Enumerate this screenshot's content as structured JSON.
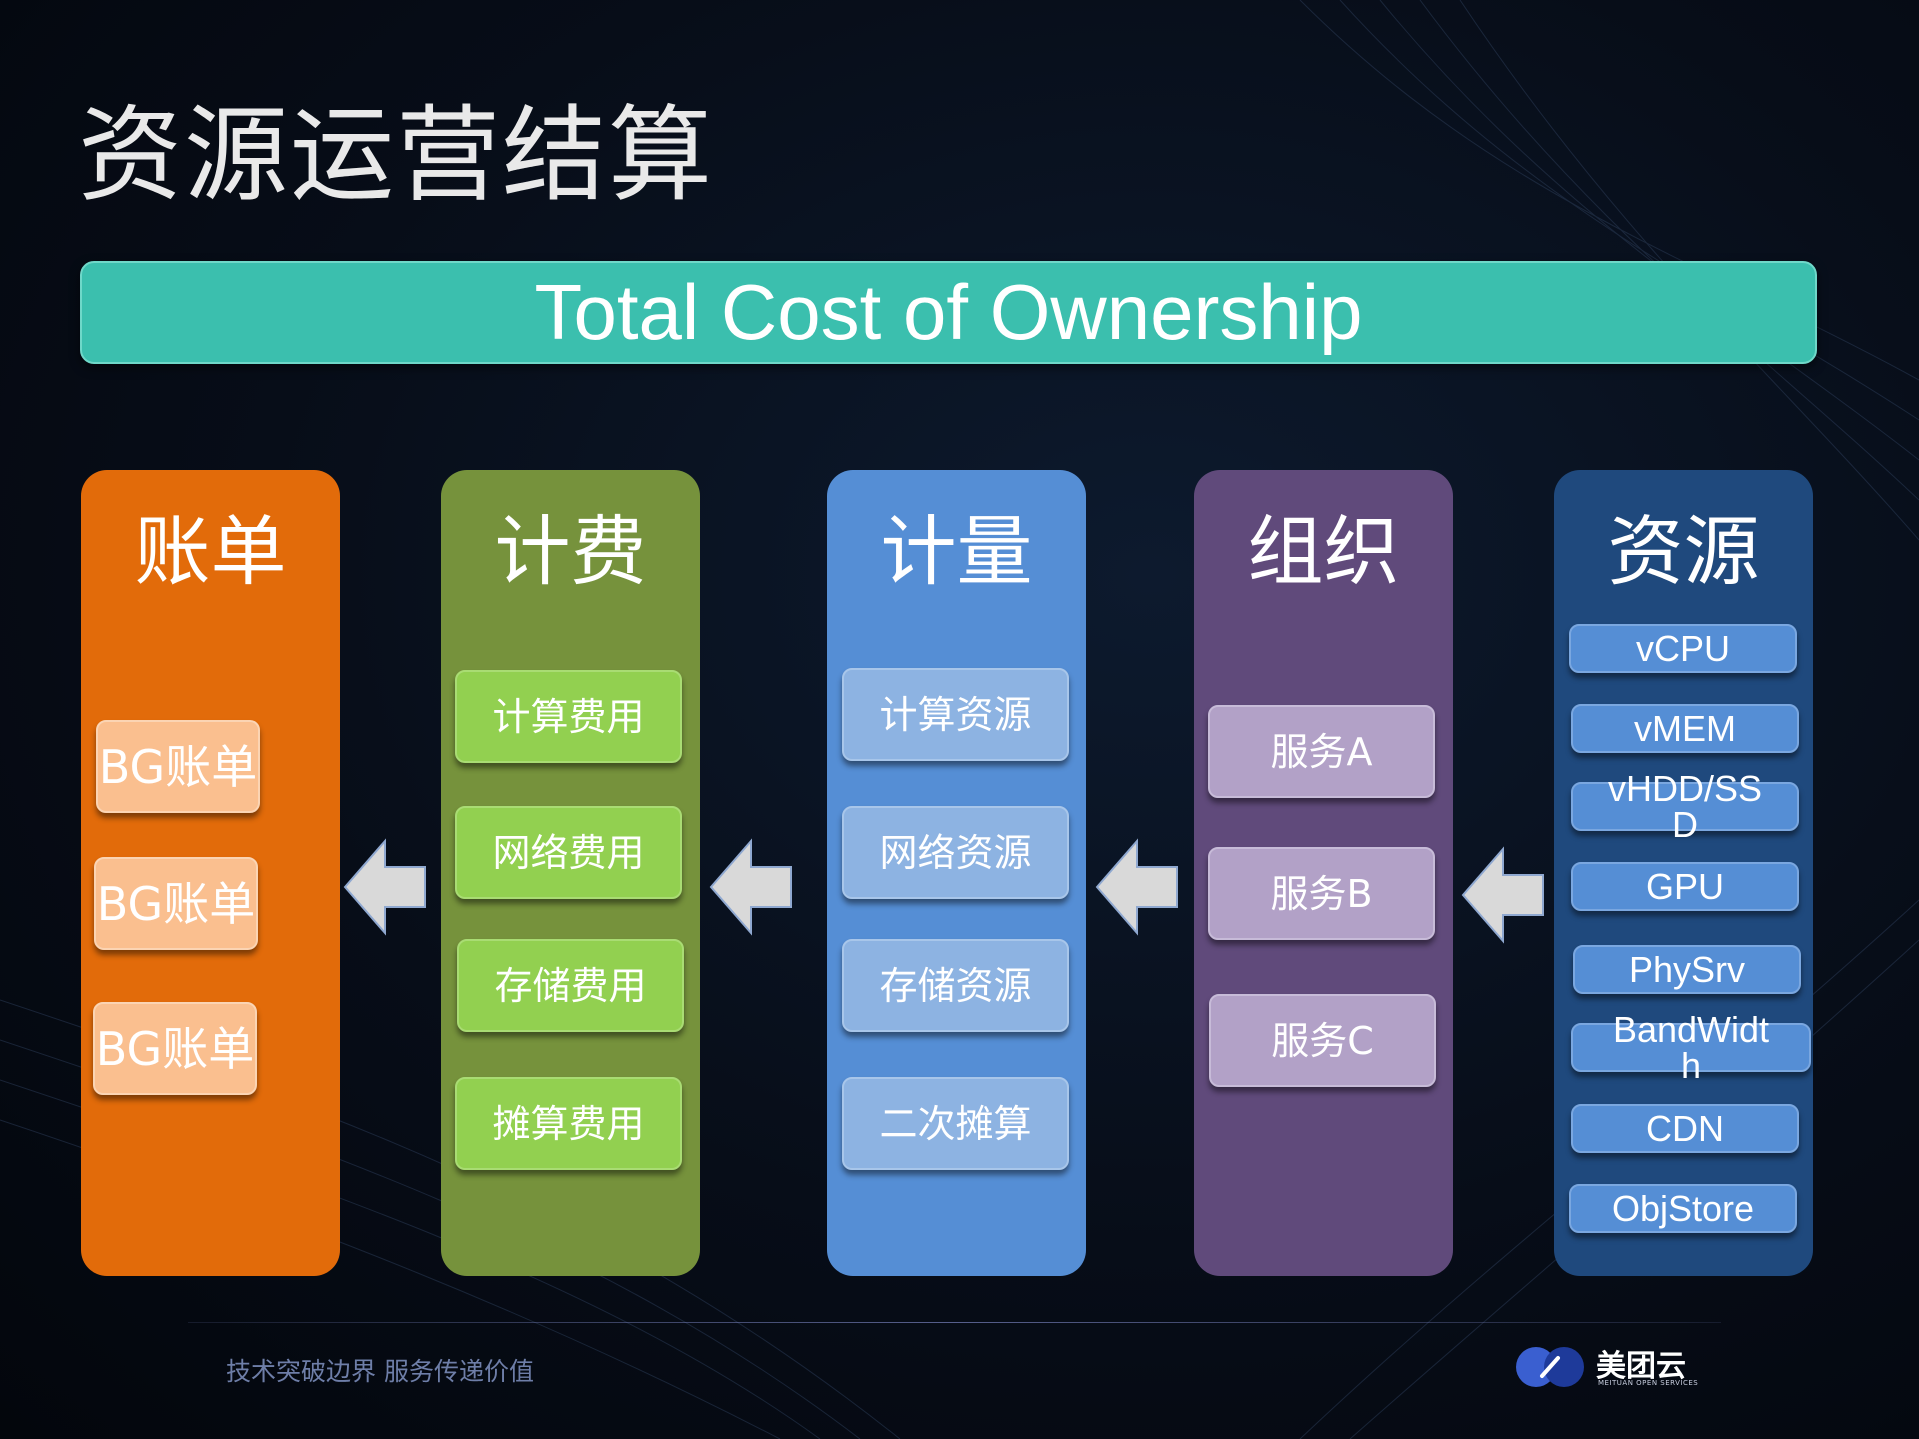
{
  "title": "资源运营结算",
  "banner": "Total Cost of Ownership",
  "columns": {
    "bill": {
      "title": "账单",
      "items": [
        "BG账单",
        "BG账单",
        "BG账单"
      ],
      "color": "#e26b0a",
      "item_color": "#fabf8f"
    },
    "fee": {
      "title": "计费",
      "items": [
        "计算费用",
        "网络费用",
        "存储费用",
        "摊算费用"
      ],
      "color": "#76923c",
      "item_color": "#92d050"
    },
    "meter": {
      "title": "计量",
      "items": [
        "计算资源",
        "网络资源",
        "存储资源",
        "二次摊算"
      ],
      "color": "#558ed5",
      "item_color": "#8db3e2"
    },
    "org": {
      "title": "组织",
      "items": [
        "服务A",
        "服务B",
        "服务C"
      ],
      "color": "#604a7b",
      "item_color": "#b2a1c7"
    },
    "res": {
      "title": "资源",
      "items": [
        "vCPU",
        "vMEM",
        "vHDD/SS\nD",
        "GPU",
        "PhySrv",
        "BandWidt\nh",
        "CDN",
        "ObjStore"
      ],
      "color": "#1f497d",
      "item_color": "#558ed5"
    }
  },
  "banner_color": "#3bbfae",
  "arrow_icon": "left-arrow-icon",
  "footer": {
    "slogan": "技术突破边界 服务传递价值",
    "logo_text": "美团云",
    "logo_subtext": "MEITUAN OPEN SERVICES"
  }
}
